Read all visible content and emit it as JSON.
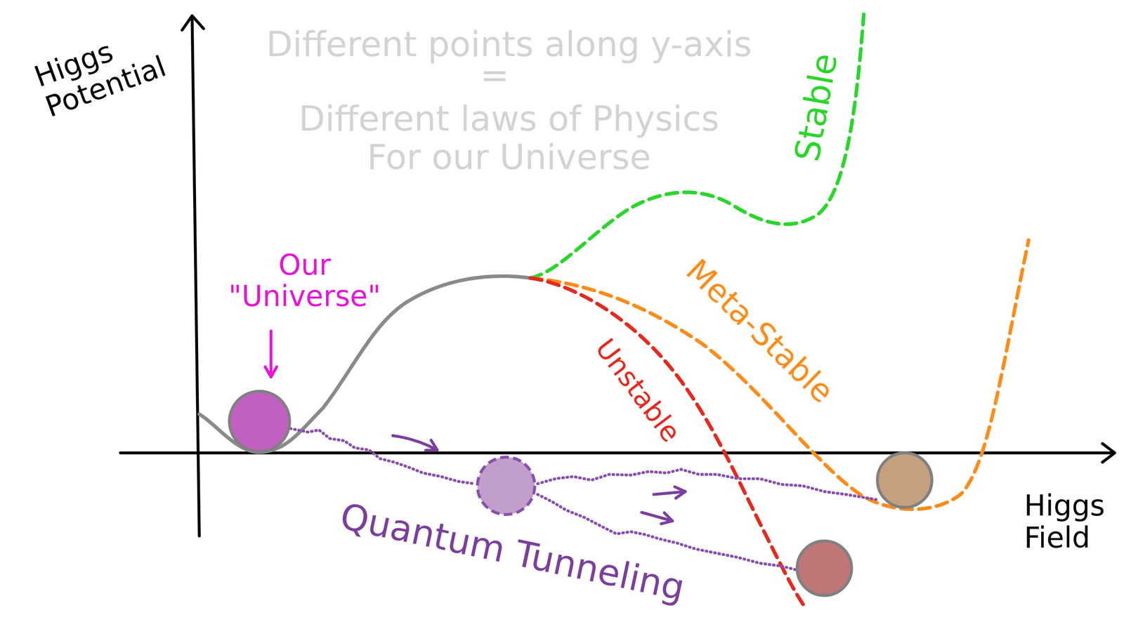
{
  "diagram": {
    "labels": [
      "Higgs Potential",
      "Different points along y-axis",
      "=",
      "Different laws of Physics For our Universe",
      "Stable",
      "Meta-Stable",
      "Unstable",
      "Our \"Universe\"",
      "Quantum Tunneling",
      "Higgs Field"
    ]
  }
}
